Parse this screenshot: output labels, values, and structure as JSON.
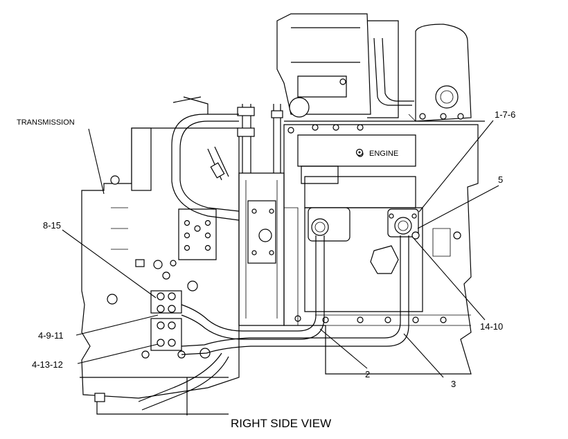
{
  "diagram": {
    "components": {
      "transmission": "TRANSMISSION",
      "engine": "ENGINE"
    },
    "callouts": {
      "c_1_7_6": "1-7-6",
      "c_5": "5",
      "c_8_15": "8-15",
      "c_4_9_11": "4-9-11",
      "c_4_13_12": "4-13-12",
      "c_14_10": "14-10",
      "c_2": "2",
      "c_3": "3"
    },
    "caption": "RIGHT SIDE VIEW"
  }
}
